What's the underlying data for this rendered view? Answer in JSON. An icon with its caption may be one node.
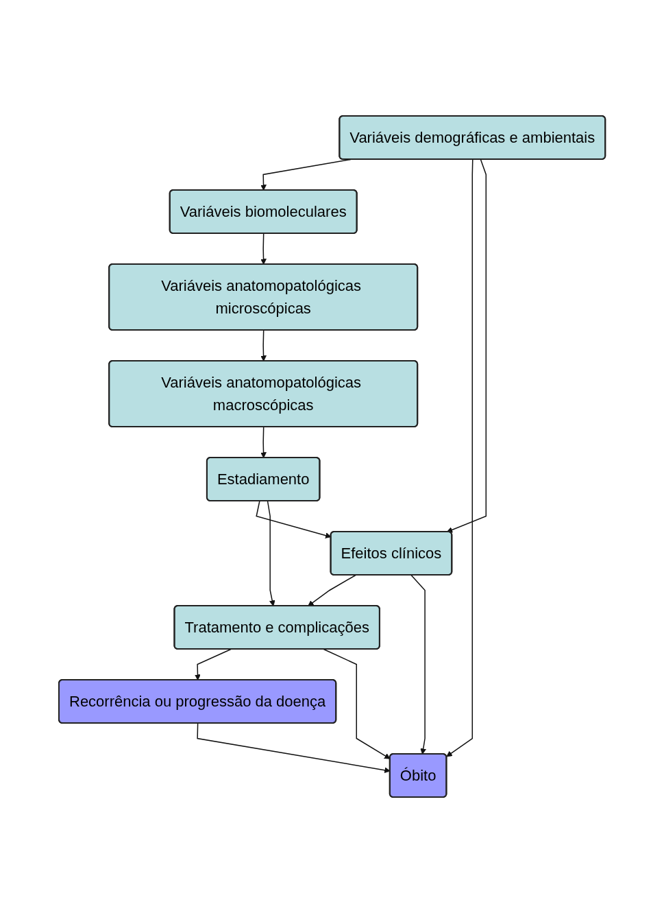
{
  "diagram": {
    "nodes": [
      {
        "text": [
          "Variáveis demográficas e ambientais"
        ]
      },
      {
        "text": [
          "Variáveis biomoleculares"
        ]
      },
      {
        "text": [
          "Variáveis anatomopatológicas microscópicas"
        ]
      },
      {
        "text": [
          "Variáveis anatomopatológicas macroscópicas"
        ]
      },
      {
        "text": [
          "Estadiamento"
        ]
      },
      {
        "text": [
          "Efeitos clínicos"
        ]
      },
      {
        "text": [
          "Tratamento e complicações"
        ]
      },
      {
        "text": [
          "Recorrência ou progressão da doença"
        ]
      },
      {
        "text": [
          "Óbito"
        ]
      }
    ],
    "edges": [
      {
        "from": 0,
        "to": 1,
        "arrow": "to"
      },
      {
        "from": 1,
        "to": 2,
        "arrow": "to"
      },
      {
        "from": 2,
        "to": 3,
        "arrow": "to"
      },
      {
        "from": 3,
        "to": 4,
        "arrow": "to"
      },
      {
        "from": 4,
        "to": 5,
        "arrow": "to"
      },
      {
        "from": 5,
        "to": 6,
        "arrow": "to"
      },
      {
        "from": 6,
        "to": 7,
        "arrow": "to"
      },
      {
        "from": 7,
        "to": 8,
        "arrow": "to"
      },
      {
        "from": 0,
        "to": 8,
        "arrow": "to"
      },
      {
        "from": 0,
        "to": 5,
        "arrow": "to"
      },
      {
        "from": 4,
        "to": 6,
        "arrow": "to"
      },
      {
        "from": 5,
        "to": 8,
        "arrow": "to"
      },
      {
        "from": 6,
        "to": 8,
        "arrow": "to"
      }
    ]
  }
}
